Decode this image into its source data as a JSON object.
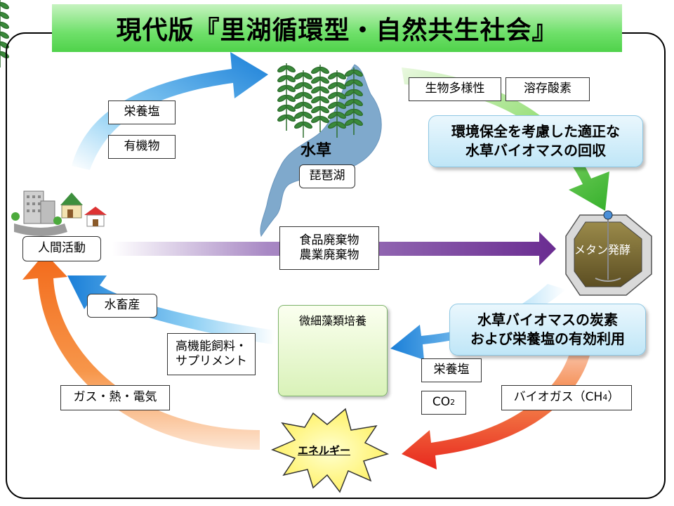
{
  "title": "現代版『里湖循環型・自然共生社会』",
  "nodes": {
    "lake_plant": "水草",
    "lake": "琵琶湖",
    "human": "人間活動",
    "methane": "メタン発酵",
    "microalgae": "微細藻類培養",
    "energy": "エネルギー"
  },
  "labels": {
    "nutrient_top": "栄養塩",
    "organic": "有機物",
    "biodiversity": "生物多様性",
    "dissolved_oxygen": "溶存酸素",
    "food_waste": "食品廃棄物",
    "agri_waste": "農業廃棄物",
    "livestock": "水畜産",
    "feed_1": "高機能飼料・",
    "feed_2": "サプリメント",
    "gas_heat": "ガス・熱・電気",
    "nutrient_bottom": "栄養塩",
    "co2_main": "CO",
    "co2_sub": "2",
    "biogas_main": "バイオガス（CH",
    "biogas_sub": "4",
    "biogas_end": "）"
  },
  "callouts": {
    "harvest_1": "環境保全を考慮した適正な",
    "harvest_2": "水草バイオマスの回収",
    "use_1": "水草バイオマスの炭素",
    "use_2": "および栄養塩の有効利用"
  },
  "colors": {
    "title_green": "#4fd24a",
    "arrow_blue": "#1e88e5",
    "arrow_green": "#3cb32f",
    "arrow_purple": "#6a2c91",
    "arrow_orange": "#f26a1b",
    "arrow_red": "#e8281e",
    "lake_blue": "#7fa9cc",
    "plant_green": "#3a8a3a"
  }
}
